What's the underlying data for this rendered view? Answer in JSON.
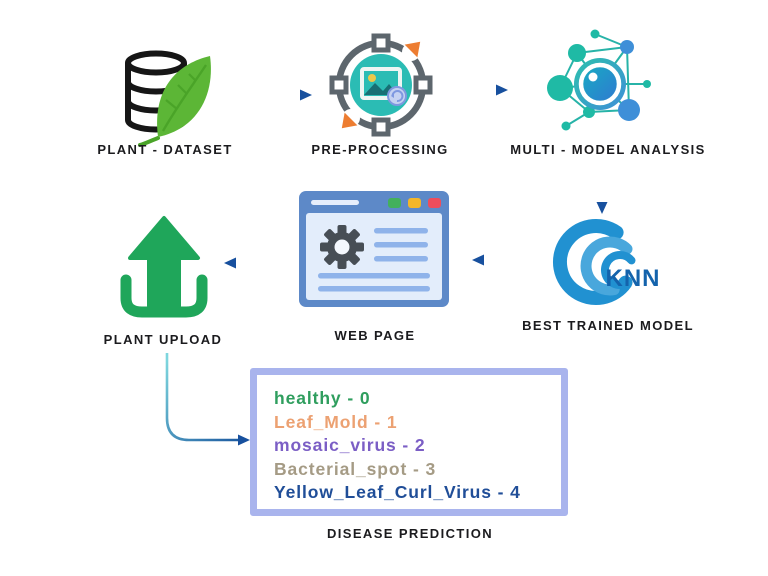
{
  "diagram": {
    "title_implied": "Plant disease prediction workflow",
    "steps": {
      "plant_dataset": {
        "label": "PLANT - DATASET",
        "icon": "database-leaf-icon"
      },
      "pre_processing": {
        "label": "PRE-PROCESSING",
        "icon": "image-processing-cycle-icon"
      },
      "multi_model_analysis": {
        "label": "MULTI - MODEL ANALYSIS",
        "icon": "network-analysis-icon"
      },
      "best_trained_model": {
        "label": "BEST TRAINED  MODEL",
        "logo_text": "KNN",
        "icon": "knn-logo-icon"
      },
      "web_page": {
        "label": "WEB PAGE",
        "icon": "browser-window-gear-icon"
      },
      "plant_upload": {
        "label": "PLANT UPLOAD",
        "icon": "upload-arrow-icon"
      }
    },
    "flow": [
      {
        "from": "plant_dataset",
        "to": "pre_processing",
        "direction": "right"
      },
      {
        "from": "pre_processing",
        "to": "multi_model_analysis",
        "direction": "right"
      },
      {
        "from": "multi_model_analysis",
        "to": "best_trained_model",
        "direction": "down"
      },
      {
        "from": "best_trained_model",
        "to": "web_page",
        "direction": "left"
      },
      {
        "from": "web_page",
        "to": "plant_upload",
        "direction": "left"
      },
      {
        "from": "plant_upload",
        "to": "disease_prediction",
        "direction": "down-right-curve"
      }
    ],
    "disease_prediction": {
      "label": "DISEASE PREDICTION",
      "box_border_color": "#a9b4ed",
      "classes": [
        {
          "name": "healthy",
          "code": 0,
          "text": "healthy - 0",
          "color": "#2f9e5e"
        },
        {
          "name": "Leaf_Mold",
          "code": 1,
          "text": "Leaf_Mold - 1",
          "color": "#eca172"
        },
        {
          "name": "mosaic_virus",
          "code": 2,
          "text": "mosaic_virus - 2",
          "color": "#7b5ec5"
        },
        {
          "name": "Bacterial_spot",
          "code": 3,
          "text": "Bacterial_spot - 3",
          "color": "#a59b85"
        },
        {
          "name": "Yellow_Leaf_Curl_Virus",
          "code": 4,
          "text": "Yellow_Leaf_Curl_Virus - 4",
          "color": "#204e98"
        }
      ]
    },
    "colors": {
      "arrow_gradient_start": "#7ed6de",
      "arrow_gradient_end": "#15519c",
      "label_text": "#1b1b1e",
      "leaf_green": "#5cb636",
      "upload_green": "#1fa65a",
      "preprocess_teal": "#2bbcb4",
      "preprocess_orange": "#ed7d31",
      "knn_blue": "#2191d1",
      "webpage_frame_blue": "#5d89c8"
    }
  }
}
